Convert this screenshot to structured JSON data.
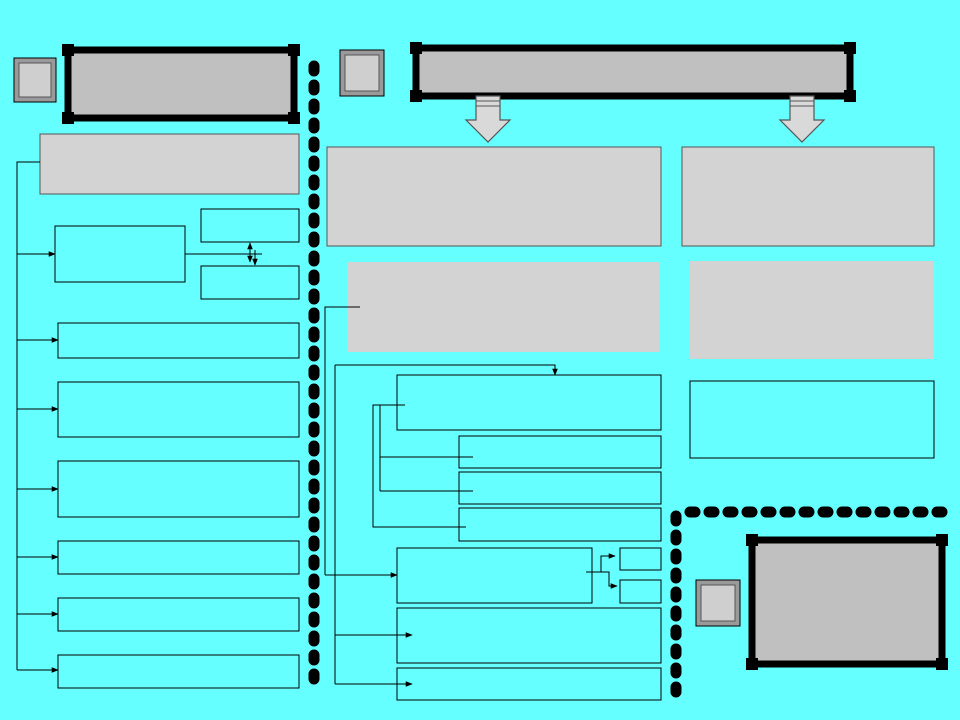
{
  "colors": {
    "background": "#66FFFF",
    "box_gray": "#D3D3D3",
    "box_white": "#66FFFF",
    "frame_fill": "#C0C0C0",
    "frame_border": "#000000",
    "line": "#000000",
    "arrow_fill": "#D9D9D9"
  },
  "title_panels": [
    {
      "name": "title-panel-left",
      "text": ""
    },
    {
      "name": "title-panel-center",
      "text": ""
    },
    {
      "name": "title-panel-bottom-right",
      "text": ""
    }
  ],
  "number_tiles": [
    {
      "name": "number-tile-left",
      "text": ""
    },
    {
      "name": "number-tile-center",
      "text": ""
    },
    {
      "name": "number-tile-right",
      "text": ""
    }
  ],
  "boxes": []
}
